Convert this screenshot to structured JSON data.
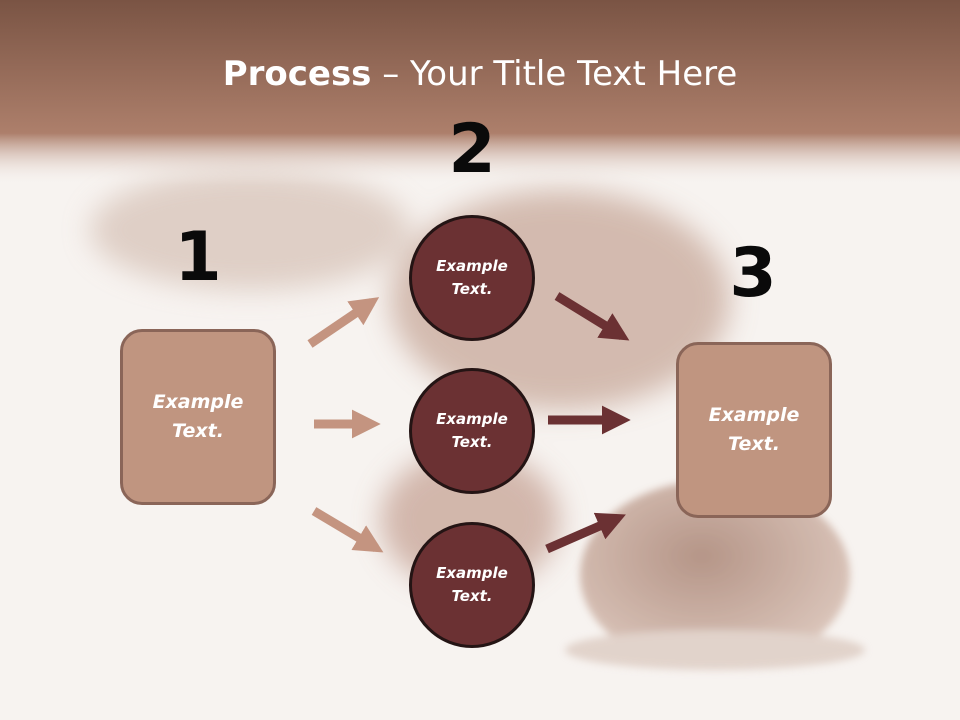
{
  "slide": {
    "title_bold": "Process",
    "title_rest": " – Your Title Text Here"
  },
  "steps": {
    "one": {
      "number": "1",
      "box_text": "Example Text."
    },
    "two": {
      "number": "2",
      "circles": [
        "Example Text.",
        "Example Text.",
        "Example Text."
      ]
    },
    "three": {
      "number": "3",
      "box_text": "Example Text."
    }
  },
  "colors": {
    "header_band": "#8f6554",
    "box_fill": "#c09580",
    "box_border": "#8a6558",
    "circle_fill": "#6b3133",
    "arrow_light": "#c49480",
    "arrow_dark": "#6b3133"
  }
}
